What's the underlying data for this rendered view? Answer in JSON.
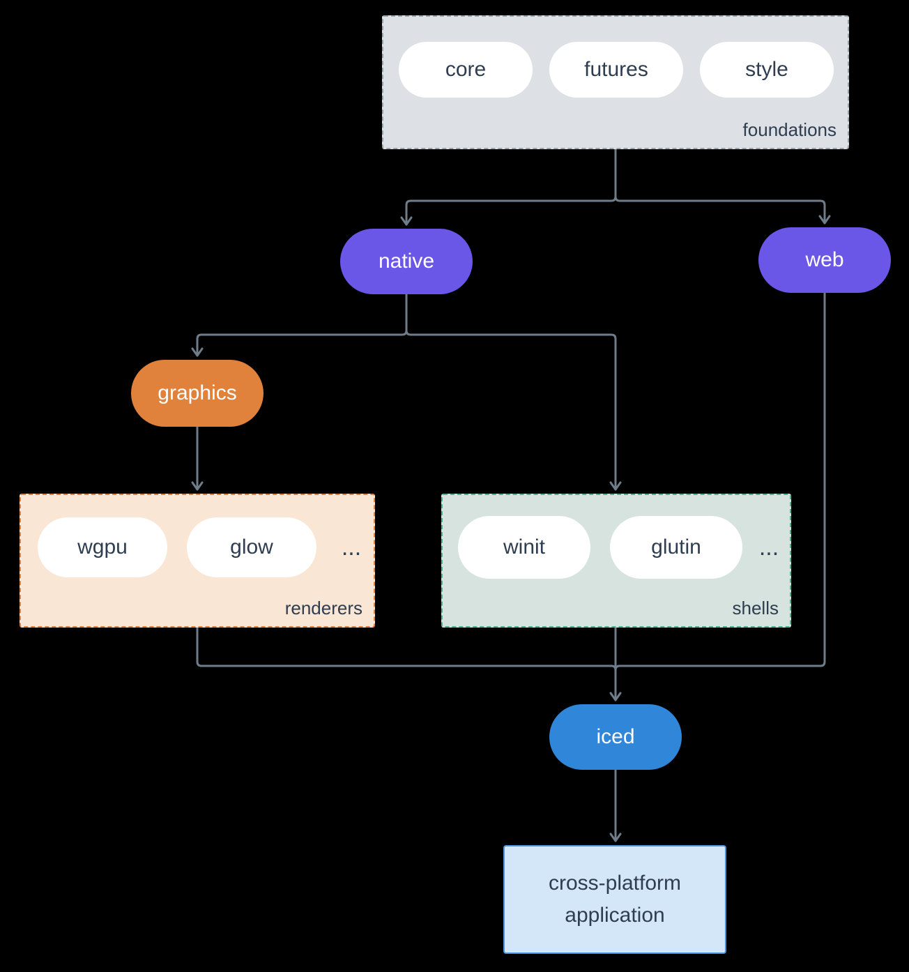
{
  "colors": {
    "background": "#000000",
    "ink": "#2e3d4f",
    "edge": "#6f7d8a",
    "purple": "#6a57e8",
    "orange": "#e0813c",
    "blue": "#3086d8",
    "gray_fill": "#dde1e5",
    "gray_border": "#99a3ab",
    "renderers_fill": "#fae6d5",
    "renderers_border": "#e0813c",
    "shells_fill": "#d7e3de",
    "shells_border": "#4fb493",
    "app_fill": "#d4e7f8",
    "app_border": "#4e94dc"
  },
  "diagram": {
    "foundations": {
      "label": "foundations",
      "pills": [
        "core",
        "futures",
        "style"
      ]
    },
    "native": {
      "label": "native"
    },
    "web": {
      "label": "web"
    },
    "graphics": {
      "label": "graphics"
    },
    "renderers": {
      "label": "renderers",
      "pills": [
        "wgpu",
        "glow"
      ],
      "ellipsis": "..."
    },
    "shells": {
      "label": "shells",
      "pills": [
        "winit",
        "glutin"
      ],
      "ellipsis": "..."
    },
    "iced": {
      "label": "iced"
    },
    "application": {
      "label": "cross-platform application"
    }
  }
}
